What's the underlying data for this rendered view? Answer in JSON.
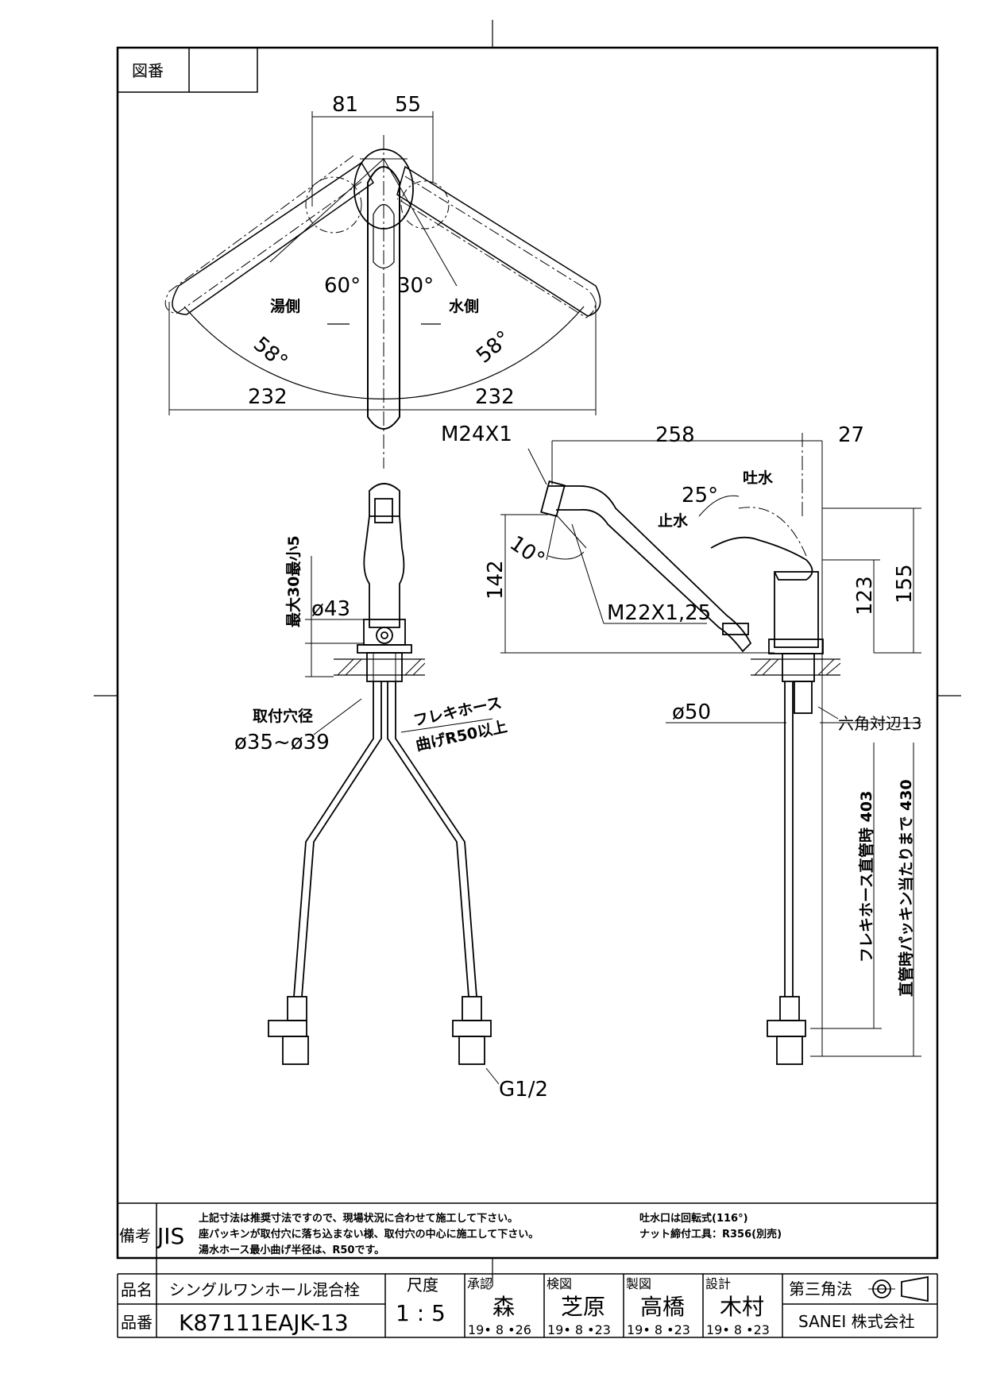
{
  "header": {
    "zuban_label": "図番",
    "zuban_value": ""
  },
  "top_view": {
    "dim_left": "81",
    "dim_right": "55",
    "angle_left": "60°",
    "angle_right": "30°",
    "hot_side": "湯側",
    "cold_side": "水側",
    "rot_left": "58°",
    "rot_right": "58°",
    "reach_left": "232",
    "reach_right": "232"
  },
  "front_view": {
    "height_note": "最大30最小5",
    "dia_43": "ø43",
    "mount_hole_label": "取付穴径",
    "mount_hole_value": "ø35~ø39",
    "flex_hose_label": "フレキホース",
    "flex_hose_bend": "曲げR50以上",
    "g_thread": "G1/2"
  },
  "side_view": {
    "m24": "M24X1",
    "dim_258": "258",
    "dim_27": "27",
    "angle_25": "25°",
    "tosui": "吐水",
    "shisui": "止水",
    "angle_10": "10°",
    "dim_142": "142",
    "m22": "M22X1,25",
    "dim_123": "123",
    "dim_155": "155",
    "dia_50": "ø50",
    "hex": "六角対辺13",
    "hose_straight": "フレキホース直管時 403",
    "hose_to_packing": "直管時パッキン当たりまで 430"
  },
  "notes": {
    "label": "備考",
    "jis": "JIS",
    "lines": [
      "上記寸法は推奨寸法ですので、現場状況に合わせて施工して下さい。",
      "座パッキンが取付穴に落ち込まない様、取付穴の中心に施工して下さい。",
      "湯水ホース最小曲げ半径は、R50です。"
    ],
    "right_lines": [
      "吐水口は回転式(116°)",
      "ナット締付工具：R356(別売)"
    ]
  },
  "title_block": {
    "name_label": "品名",
    "name_value": "シングルワンホール混合栓",
    "number_label": "品番",
    "number_value": "K87111EAJK-13",
    "scale_label": "尺度",
    "scale_value": "1 : 5",
    "approve_label": "承認",
    "approve_name": "森",
    "approve_date": "19• 8 •26",
    "check_label": "検図",
    "check_name": "芝原",
    "check_date": "19• 8 •23",
    "draw_label": "製図",
    "draw_name": "高橋",
    "draw_date": "19• 8 •23",
    "design_label": "設計",
    "design_name": "木村",
    "design_date": "19• 8 •23",
    "projection": "第三角法",
    "company": "SANEI 株式会社"
  }
}
